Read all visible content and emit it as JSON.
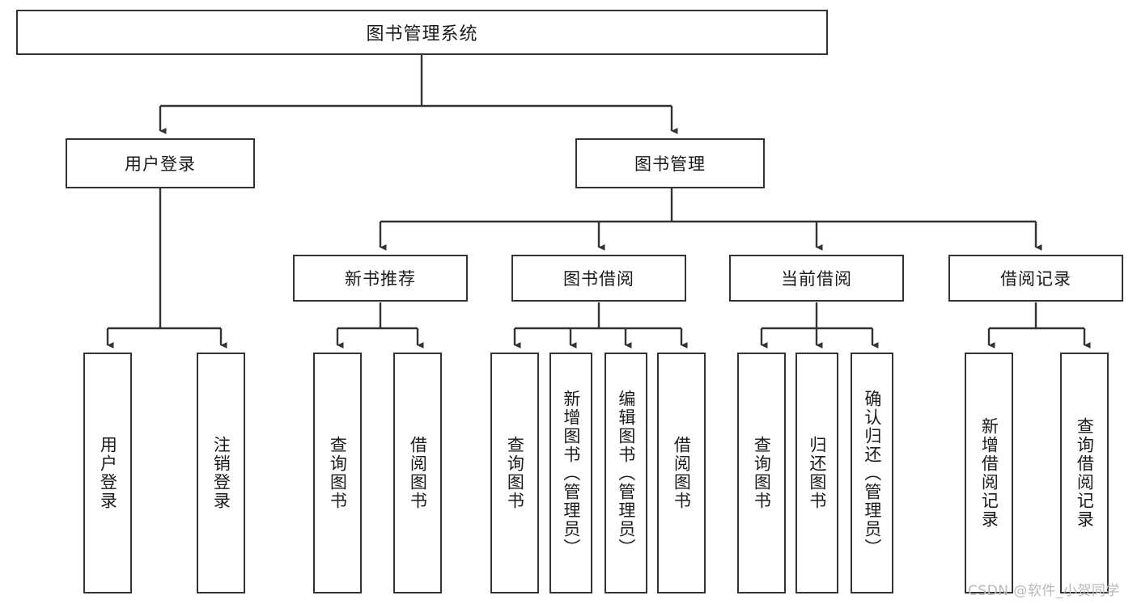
{
  "diagram": {
    "title": "图书管理系统",
    "type": "tree",
    "levels": 4,
    "root": {
      "label": "图书管理系统"
    },
    "level2": [
      {
        "label": "用户登录"
      },
      {
        "label": "图书管理"
      }
    ],
    "level3": [
      {
        "label": "新书推荐"
      },
      {
        "label": "图书借阅"
      },
      {
        "label": "当前借阅"
      },
      {
        "label": "借阅记录"
      }
    ],
    "leaves": {
      "user_login": [
        {
          "label": "用户登录"
        },
        {
          "label": "注销登录"
        }
      ],
      "new_book_recommend": [
        {
          "label": "查询图书"
        },
        {
          "label": "借阅图书"
        }
      ],
      "book_borrow": [
        {
          "label": "查询图书"
        },
        {
          "label": "新增图书（管理员）"
        },
        {
          "label": "编辑图书（管理员）"
        },
        {
          "label": "借阅图书"
        }
      ],
      "current_borrow": [
        {
          "label": "查询图书"
        },
        {
          "label": "归还图书"
        },
        {
          "label": "确认归还（管理员）"
        }
      ],
      "borrow_record": [
        {
          "label": "新增借阅记录"
        },
        {
          "label": "查询借阅记录"
        }
      ]
    }
  },
  "watermark": {
    "text": "CSDN @软件_小贺同学"
  },
  "colors": {
    "stroke": "#333333",
    "fill": "#ffffff",
    "text": "#1a1a1a",
    "watermark": "#b9b9b9"
  }
}
